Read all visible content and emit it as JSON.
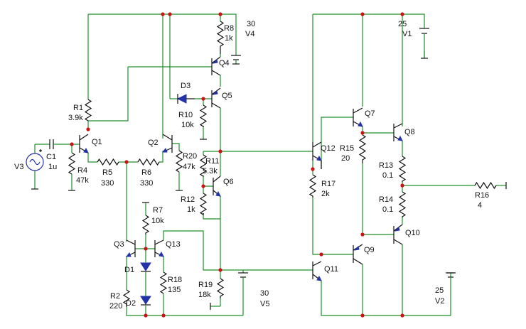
{
  "colors": {
    "wire": "#1f8f2a",
    "component": "#111111",
    "junction": "#cc1111",
    "diode": "#2233aa"
  },
  "parts": {
    "r8": [
      "R8",
      "1k"
    ],
    "v4": [
      "30",
      "V4"
    ],
    "q4": [
      "Q4"
    ],
    "d3": [
      "D3"
    ],
    "q5": [
      "Q5"
    ],
    "r10": [
      "R10",
      "10k"
    ],
    "r1": [
      "R1",
      "3.9k"
    ],
    "q1": [
      "Q1"
    ],
    "q2": [
      "Q2"
    ],
    "c1": [
      "C1",
      "1u"
    ],
    "v3": [
      "V3"
    ],
    "r4": [
      "R4",
      "47k"
    ],
    "r5": [
      "R5",
      "330"
    ],
    "r6": [
      "R6",
      "330"
    ],
    "r20": [
      "R20",
      "47k"
    ],
    "r11": [
      "R11",
      "5.3k"
    ],
    "r12": [
      "R12",
      "1k"
    ],
    "q6": [
      "Q6"
    ],
    "r7": [
      "R7",
      "10k"
    ],
    "q3": [
      "Q3"
    ],
    "q13": [
      "Q13"
    ],
    "d1": [
      "D1"
    ],
    "r18": [
      "R18",
      "135"
    ],
    "r2": [
      "R2",
      "220"
    ],
    "d2": [
      "D2"
    ],
    "r19": [
      "R19",
      "18k"
    ],
    "v5": [
      "30",
      "V5"
    ],
    "q12": [
      "Q12"
    ],
    "r17": [
      "R17",
      "2k"
    ],
    "q7": [
      "Q7"
    ],
    "r15": [
      "R15",
      "20"
    ],
    "q8": [
      "Q8"
    ],
    "v1": [
      "25",
      "V1"
    ],
    "r13": [
      "R13",
      "0.1"
    ],
    "r14": [
      "R14",
      "0.1"
    ],
    "r16": [
      "R16",
      "4"
    ],
    "q10": [
      "Q10"
    ],
    "q9": [
      "Q9"
    ],
    "q11": [
      "Q11"
    ],
    "v2": [
      "25",
      "V2"
    ]
  }
}
